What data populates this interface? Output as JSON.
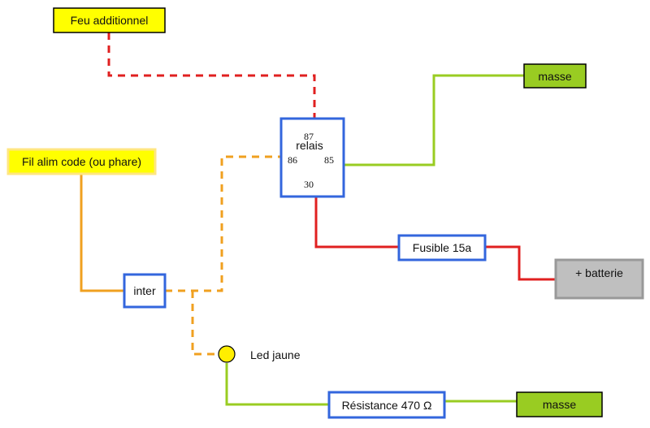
{
  "colors": {
    "red": "#e02020",
    "orange": "#f0a020",
    "green": "#99cc22",
    "blue_border": "#3366dd",
    "yellow_fill": "#ffff00",
    "green_fill": "#99cc22",
    "gray_fill": "#bfbfbf",
    "led_fill": "#ffee00"
  },
  "boxes": {
    "feu_additionnel": "Feu additionnel",
    "fil_alim": "Fil alim code (ou phare)",
    "inter": "inter",
    "relais": "relais",
    "fusible": "Fusible 15a",
    "batterie": "+ batterie",
    "masse_top": "masse",
    "masse_bottom": "masse",
    "resistance": "Résistance 470 Ω"
  },
  "relay_pins": {
    "p87": "87",
    "p86": "86",
    "p85": "85",
    "p30": "30"
  },
  "led_label": "Led jaune"
}
